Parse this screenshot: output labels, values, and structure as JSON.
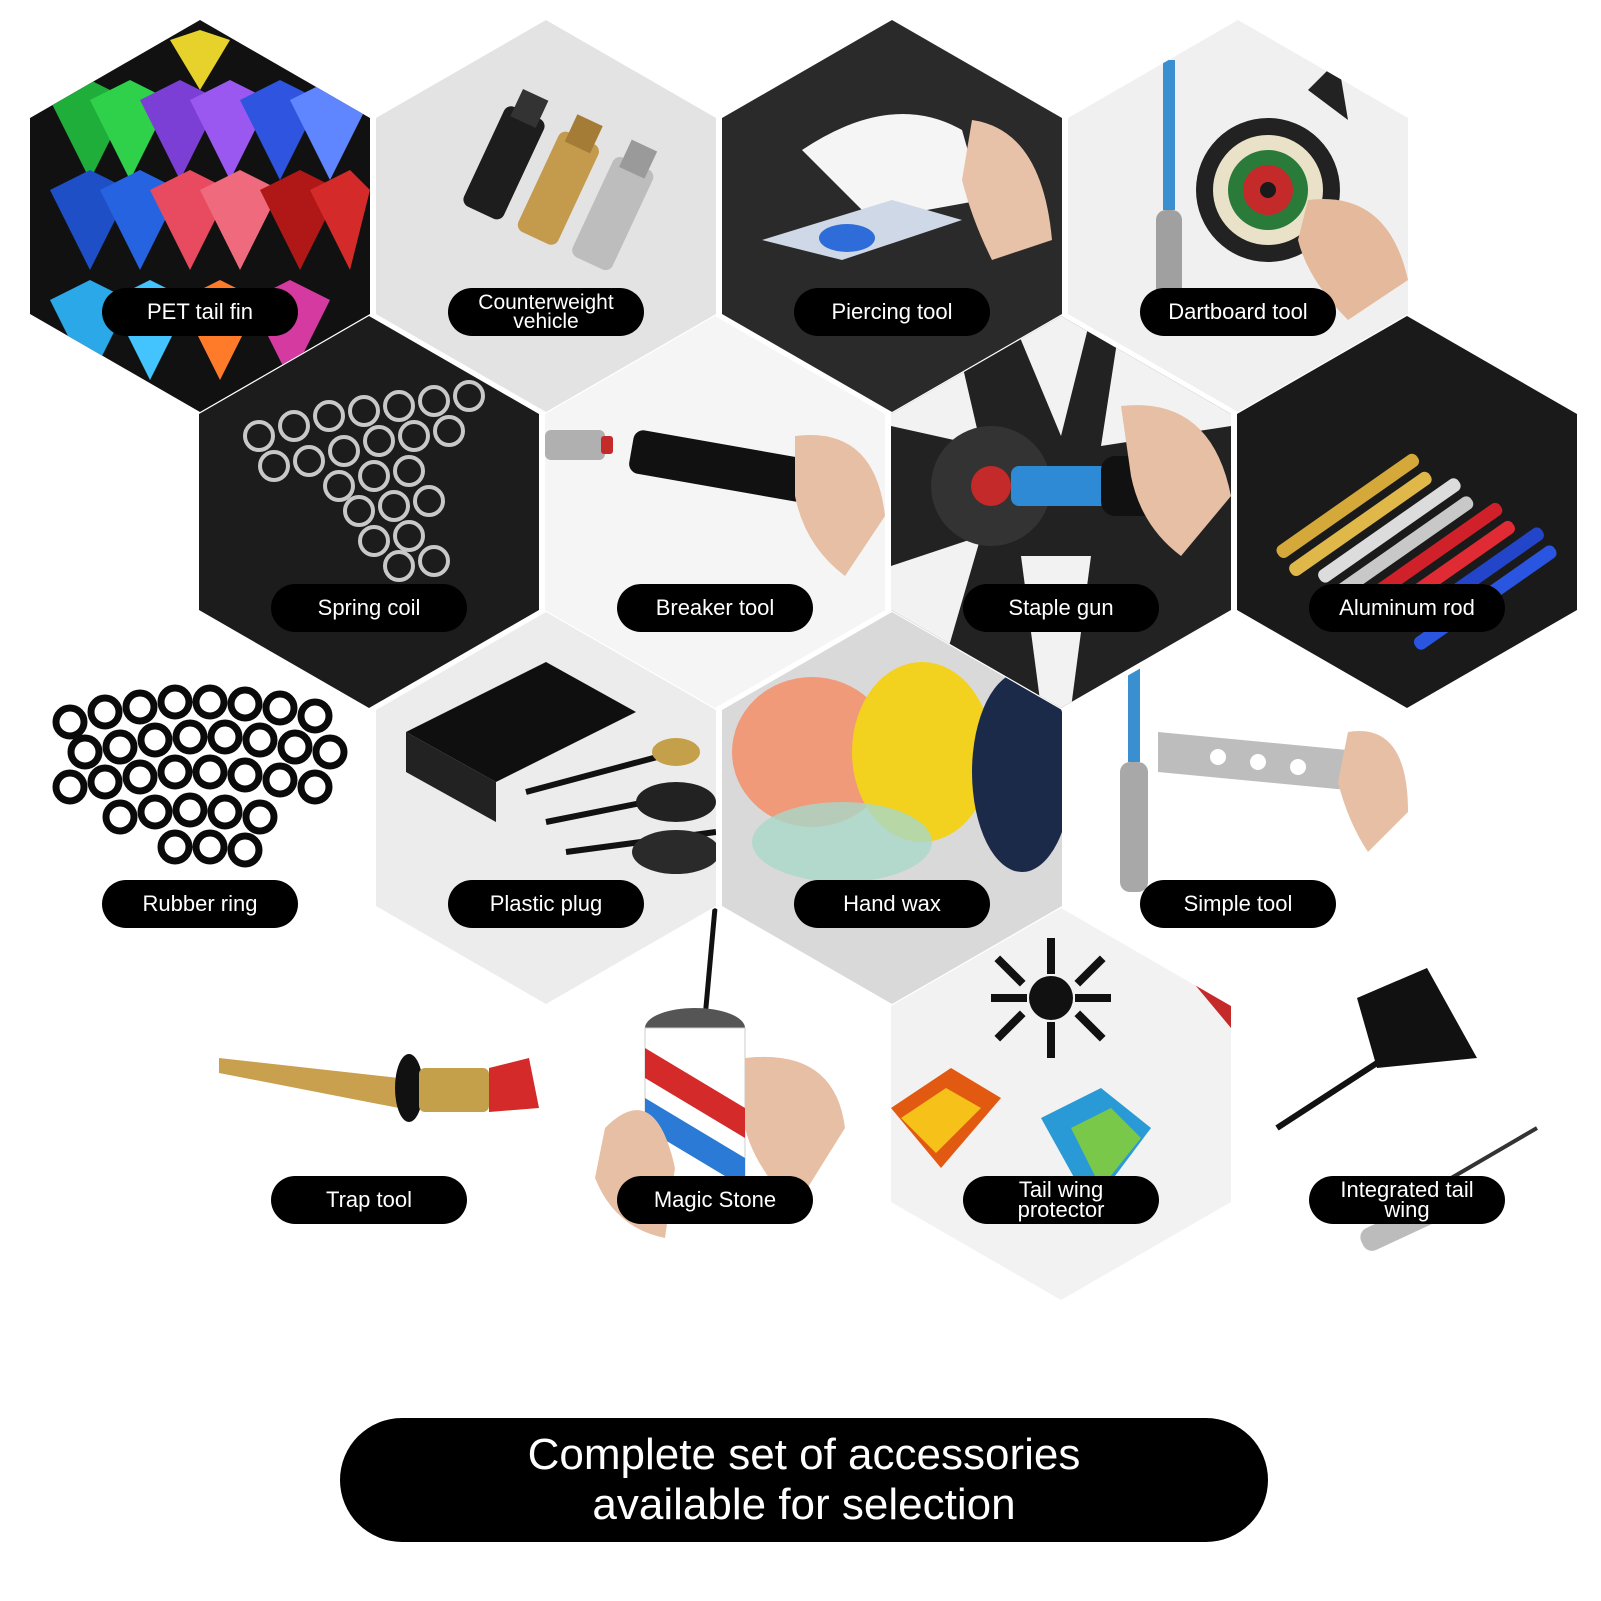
{
  "title_banner": {
    "line1": "Complete set of accessories",
    "line2": "available for selection"
  },
  "items": [
    {
      "label": "PET tail fin",
      "icon": "dart-flights-icon",
      "bg": "#1a1a1a"
    },
    {
      "label": "Counterweight\nvehicle",
      "icon": "counterweight-icon",
      "bg": "#e3e3e3"
    },
    {
      "label": "Piercing tool",
      "icon": "piercing-tool-icon",
      "bg": "#2a2a2a"
    },
    {
      "label": "Dartboard tool",
      "icon": "dartboard-tool-icon",
      "bg": "#f0f0f0"
    },
    {
      "label": "Spring coil",
      "icon": "spring-coil-icon",
      "bg": "#1c1c1c"
    },
    {
      "label": "Breaker tool",
      "icon": "breaker-tool-icon",
      "bg": "#f5f5f5"
    },
    {
      "label": "Staple gun",
      "icon": "staple-gun-icon",
      "bg": "#222222"
    },
    {
      "label": "Aluminum rod",
      "icon": "aluminum-rod-icon",
      "bg": "#1a1a1a"
    },
    {
      "label": "Rubber ring",
      "icon": "rubber-ring-icon",
      "bg": "#ffffff"
    },
    {
      "label": "Plastic plug",
      "icon": "plastic-plug-icon",
      "bg": "#ececec"
    },
    {
      "label": "Hand wax",
      "icon": "hand-wax-icon",
      "bg": "#d9d9d9"
    },
    {
      "label": "Simple tool",
      "icon": "simple-tool-icon",
      "bg": "#ffffff"
    },
    {
      "label": "Trap tool",
      "icon": "trap-tool-icon",
      "bg": "#ffffff"
    },
    {
      "label": "Magic Stone",
      "icon": "magic-stone-icon",
      "bg": "#ffffff"
    },
    {
      "label": "Tail wing protector",
      "icon": "tail-wing-protector-icon",
      "bg": "#f2f2f2"
    },
    {
      "label": "Integrated tail wing",
      "icon": "integrated-tail-wing-icon",
      "bg": "#ffffff"
    }
  ]
}
